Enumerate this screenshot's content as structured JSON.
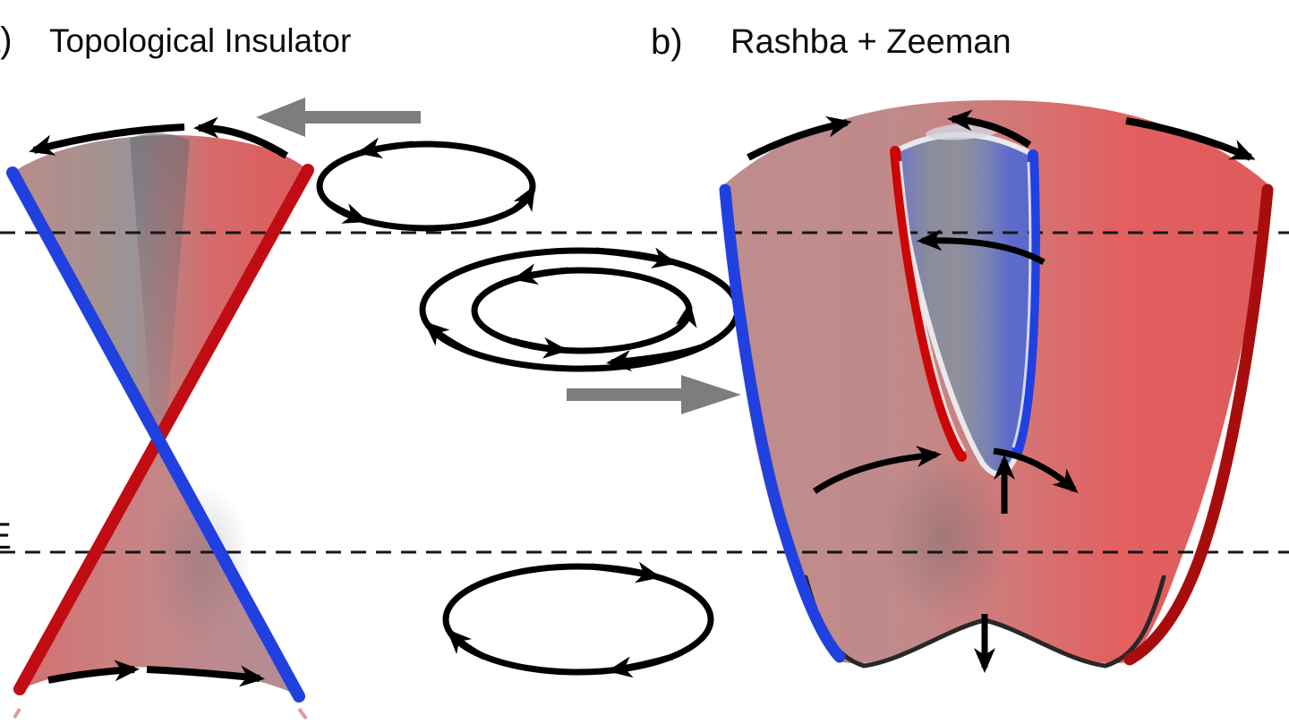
{
  "panels": {
    "a": {
      "label": "a)",
      "title": "Topological Insulator"
    },
    "b": {
      "label": "b)",
      "title": "Rashba + Zeeman"
    }
  },
  "axis": {
    "partial_energy_label": "E"
  },
  "colors": {
    "background": "#ffffff",
    "spin_up_band_blue": "#2140e0",
    "spin_down_band_red": "#c00c12",
    "inner_band_red": "#cc0606",
    "outer_band_dark_red": "#a80d0d",
    "black": "#000000",
    "dashed_line": "#161616",
    "gray_arrow": "#7d7d7d",
    "bowl_bottom_outline": "#282828"
  },
  "annotations": {
    "fermi_levels": [
      {
        "name": "upper dashed energy level"
      },
      {
        "name": "lower dashed energy level"
      }
    ],
    "spin_loops": [
      {
        "name": "upper loop",
        "winding": "counterclockwise"
      },
      {
        "name": "middle outer loop",
        "winding": "clockwise"
      },
      {
        "name": "middle inner loop",
        "winding": "counterclockwise"
      },
      {
        "name": "lower loop",
        "winding": "clockwise"
      }
    ],
    "momentum_arrows": [
      {
        "name": "upper gray arrow",
        "direction": "left"
      },
      {
        "name": "middle gray arrow",
        "direction": "right"
      }
    ]
  }
}
